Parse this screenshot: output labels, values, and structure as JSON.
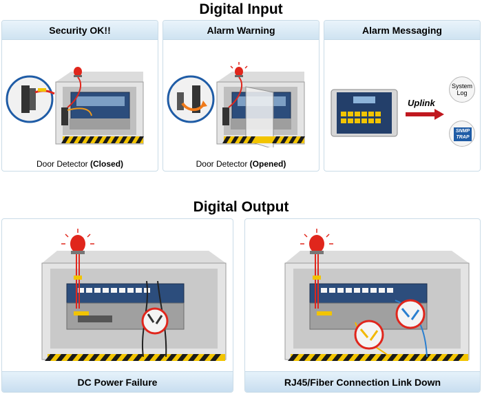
{
  "digital_input": {
    "title": "Digital Input",
    "panels": [
      {
        "heading": "Security OK!!",
        "caption_prefix": "Door Detector ",
        "caption_state": "(Closed)"
      },
      {
        "heading": "Alarm Warning",
        "caption_prefix": "Door Detector ",
        "caption_state": "(Opened)"
      },
      {
        "heading": "Alarm Messaging",
        "uplink_label": "Uplink",
        "system_log_label_1": "System",
        "system_log_label_2": "Log",
        "snmp_label_1": "SNMP",
        "snmp_label_2": "TRAP"
      }
    ]
  },
  "digital_output": {
    "title": "Digital Output",
    "panels": [
      {
        "footer": "DC Power Failure"
      },
      {
        "footer": "RJ45/Fiber Connection Link Down"
      }
    ]
  },
  "colors": {
    "accent_red": "#e0261c",
    "hazard_yellow": "#f2c400",
    "panel_blue": "#cfe3f1"
  }
}
